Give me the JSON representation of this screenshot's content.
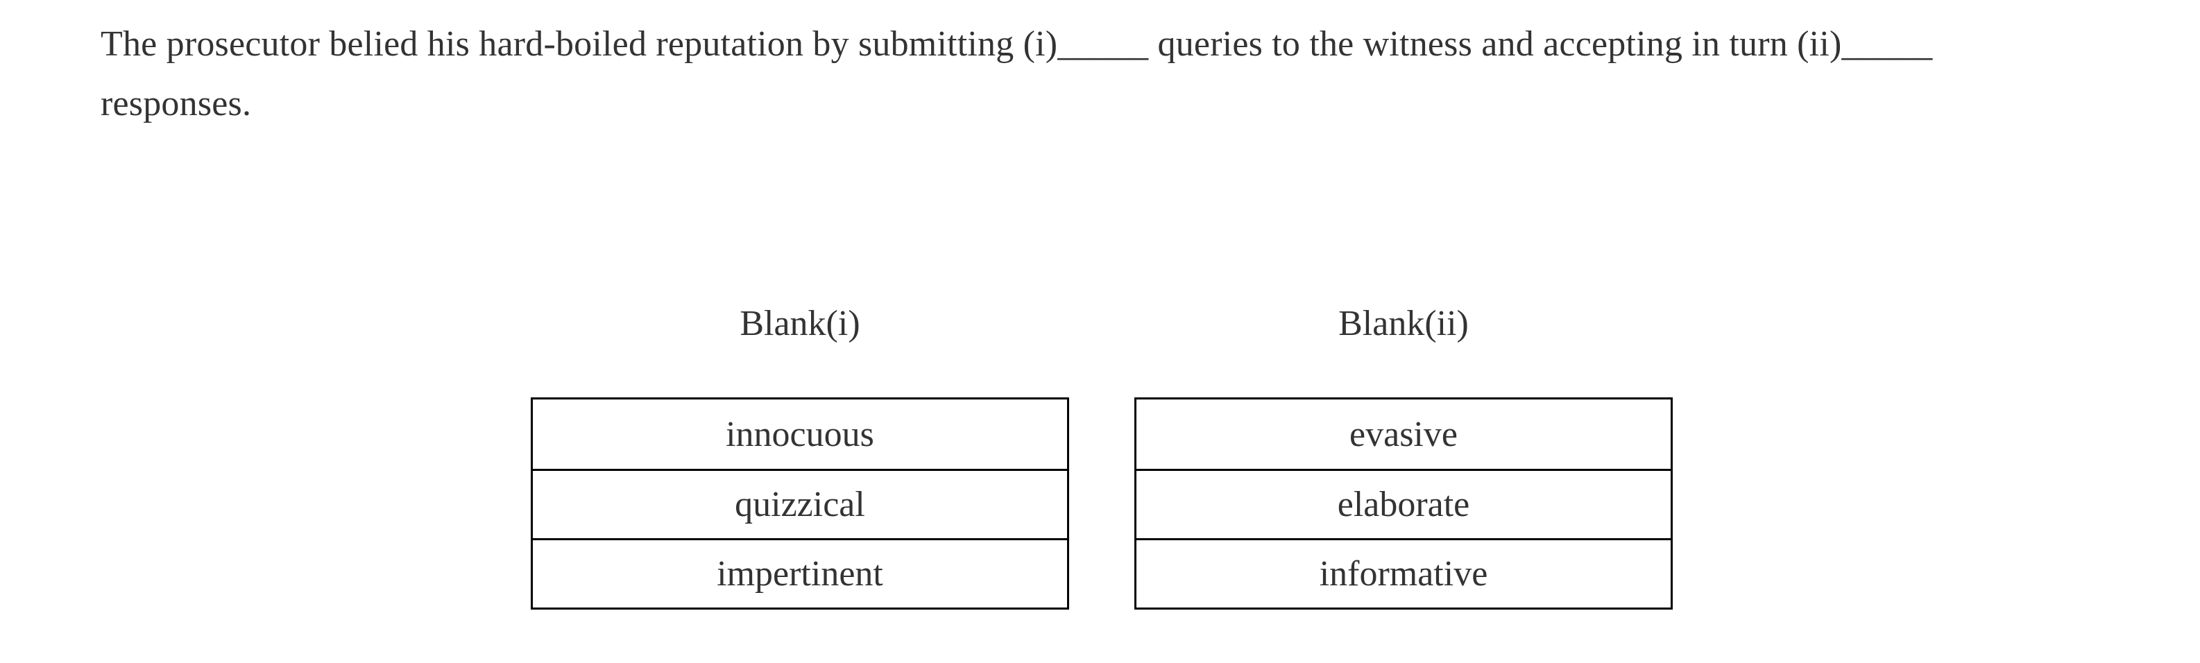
{
  "question": {
    "line1": "The prosecutor belied his hard-boiled reputation by submitting (i)_____ queries to the witness and accepting in turn (ii)_____",
    "line2": "responses."
  },
  "blanks": [
    {
      "label": "Blank(i)",
      "options": [
        "innocuous",
        "quizzical",
        "impertinent"
      ]
    },
    {
      "label": "Blank(ii)",
      "options": [
        "evasive",
        "elaborate",
        "informative"
      ]
    }
  ],
  "colors": {
    "text": "#333333",
    "table_border": "#000000",
    "background": "#ffffff"
  }
}
